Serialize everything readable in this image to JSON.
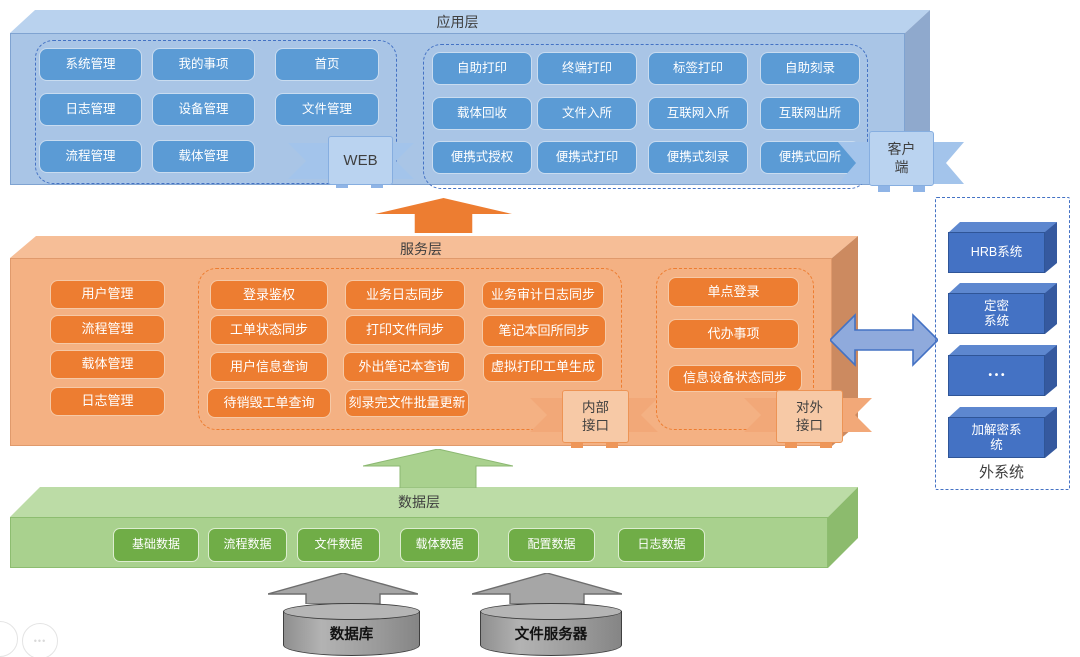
{
  "colors": {
    "app_accent": "#5B9BD5",
    "app_face": "#A9C5E6",
    "service_accent": "#ED7D31",
    "service_face": "#F4B183",
    "data_accent": "#70AD47",
    "data_face": "#A9D18E",
    "external_accent": "#4472C4",
    "arrow_blue": "#8FAADC",
    "arrow_gray": "#A6A6A6"
  },
  "app_layer": {
    "title": "应用层",
    "web_ribbon": "WEB",
    "client_ribbon": "客户\n端",
    "web_modules": [
      "系统管理",
      "我的事项",
      "首页",
      "日志管理",
      "设备管理",
      "文件管理",
      "流程管理",
      "载体管理"
    ],
    "client_modules": [
      "自助打印",
      "终端打印",
      "标签打印",
      "自助刻录",
      "载体回收",
      "文件入所",
      "互联网入所",
      "互联网出所",
      "便携式授权",
      "便携式打印",
      "便携式刻录",
      "便携式回所"
    ]
  },
  "service_layer": {
    "title": "服务层",
    "internal_ribbon": "内部\n接口",
    "external_ribbon": "对外\n接口",
    "base_modules": [
      "用户管理",
      "流程管理",
      "载体管理",
      "日志管理"
    ],
    "internal_col_a": [
      "登录鉴权",
      "工单状态同步",
      "用户信息查询",
      "待销毁工单查询"
    ],
    "internal_col_b": [
      "业务日志同步",
      "打印文件同步",
      "外出笔记本查询",
      "刻录完文件批量更新"
    ],
    "internal_col_c": [
      "业务审计日志同步",
      "笔记本回所同步",
      "虚拟打印工单生成"
    ],
    "external_modules": [
      "单点登录",
      "代办事项",
      "信息设备状态同步"
    ]
  },
  "data_layer": {
    "title": "数据层",
    "modules": [
      "基础数据",
      "流程数据",
      "文件数据",
      "载体数据",
      "配置数据",
      "日志数据"
    ]
  },
  "external_systems": {
    "label": "外系统",
    "items": [
      "HRB系统",
      "定密\n系统",
      "• • •",
      "加解密系\n统"
    ]
  },
  "storage": {
    "database": "数据库",
    "file_server": "文件服务器"
  },
  "floating_buttons": {
    "more": "•••"
  }
}
